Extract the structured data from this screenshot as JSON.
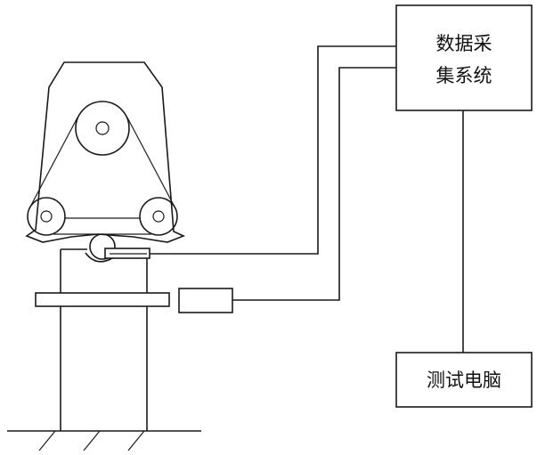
{
  "boxes": {
    "acquisition_system": {
      "line1": "数据采",
      "line2": "集系统"
    },
    "test_computer": {
      "label": "测试电脑"
    }
  }
}
